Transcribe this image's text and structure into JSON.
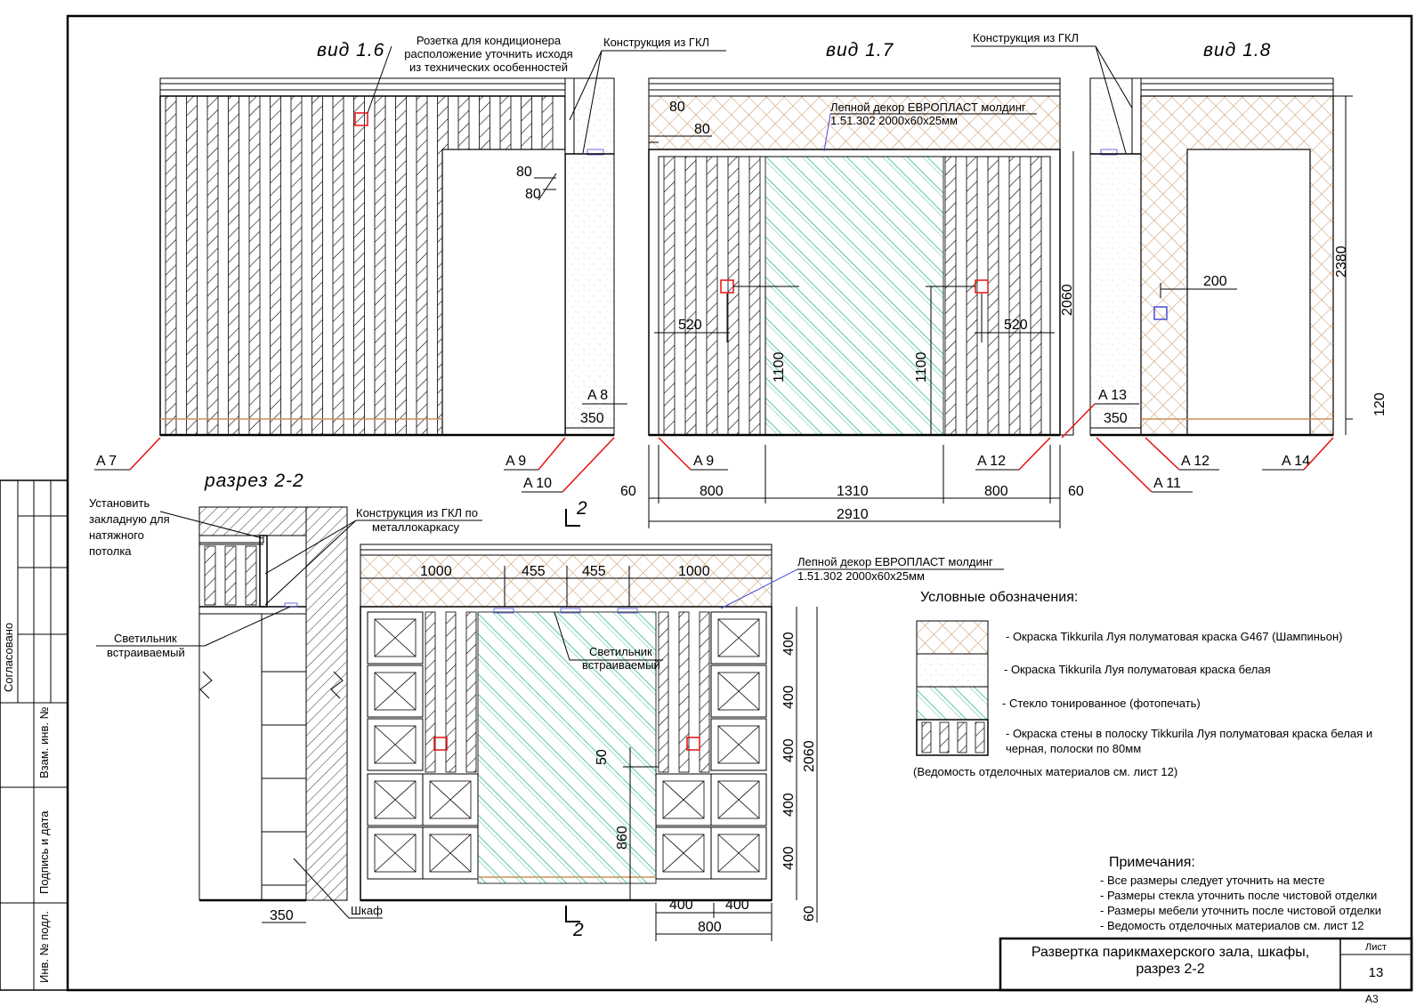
{
  "views": {
    "v16": {
      "title": "вид 1.6"
    },
    "v17": {
      "title": "вид 1.7"
    },
    "v18": {
      "title": "вид 1.8"
    },
    "s22": {
      "title": "разрез 2-2"
    }
  },
  "notes": {
    "socket": [
      "Розетка для кондиционера",
      "расположение уточнить исходя",
      "из технических особенностей"
    ],
    "gkl": "Конструкция из ГКЛ",
    "molding": [
      "Лепной декор ЕВРОПЛАСТ молдинг",
      "1.51.302 2000х60х25мм"
    ],
    "ceiling_mount": [
      "Установить",
      "закладную для",
      "натяжного",
      "потолка"
    ],
    "gkl_frame": [
      "Конструкция из ГКЛ по",
      "металлокаркасу"
    ],
    "lamp": [
      "Светильник",
      "встраиваемый"
    ],
    "wardrobe": "Шкаф"
  },
  "markers": {
    "a7": "A 7",
    "a8": "A 8",
    "a9": "A 9",
    "a10": "A 10",
    "a11": "A 11",
    "a12": "A 12",
    "a13": "A 13",
    "a14": "A 14",
    "cut": "2"
  },
  "dims": {
    "d80": "80",
    "d350": "350",
    "d520": "520",
    "d1100": "1100",
    "d2060": "2060",
    "d2380": "2380",
    "d200": "200",
    "d120": "120",
    "d60": "60",
    "d800": "800",
    "d1310": "1310",
    "d2910": "2910",
    "d1000": "1000",
    "d455": "455",
    "d400": "400",
    "d50": "50",
    "d860": "860"
  },
  "legend": {
    "title": "Условные обозначения:",
    "items": [
      "- Окраска Tikkurila Луя полуматовая краска G467 (Шампиньон)",
      "- Окраска Tikkurila Луя полуматовая краска белая",
      "- Стекло тонированное (фотопечать)",
      "- Окраска стены в полоску Tikkurila Луя полуматовая краска белая и",
      "черная, полоски по 80мм"
    ],
    "footnote": "(Ведомость отделочных материалов см. лист 12)"
  },
  "remarks": {
    "title": "Примечания:",
    "items": [
      "- Все размеры следует уточнить на месте",
      "- Размеры стекла уточнить после чистовой отделки",
      "- Размеры мебели уточнить после чистовой отделки",
      "- Ведомость отделочных материалов см. лист 12"
    ]
  },
  "stamp": {
    "title_line1": "Развертка парикмахерского зала, шкафы,",
    "title_line2": "разрез 2-2",
    "sheet_label": "Лист",
    "sheet_no": "13",
    "format": "А3",
    "side_labels": [
      "Согласовано",
      "Взам. инв. №",
      "Подпись и дата",
      "Инв. № подл."
    ]
  },
  "colors": {
    "accent": "#e41010",
    "beige": "#c8915a",
    "glass": "#2fb89a",
    "lamp": "#4a4ad8"
  }
}
